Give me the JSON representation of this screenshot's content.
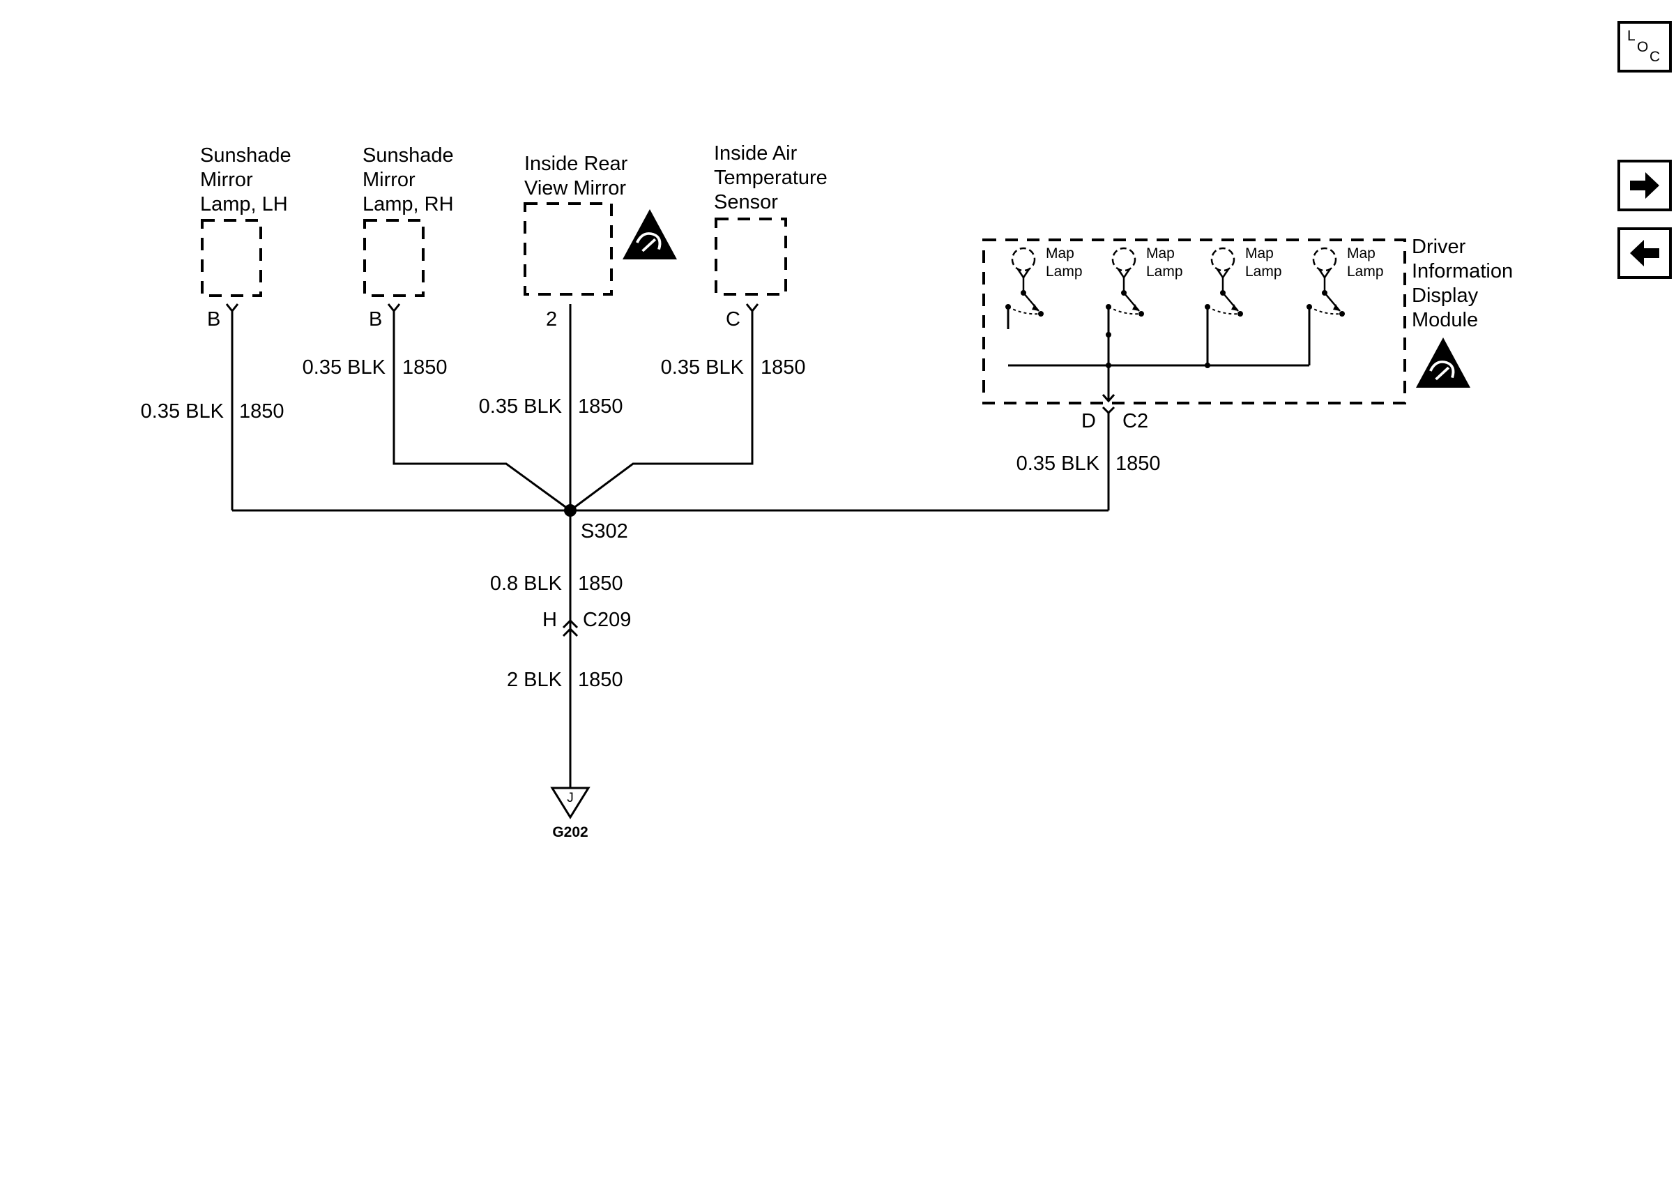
{
  "components": {
    "sunshade_lh": [
      "Sunshade",
      "Mirror",
      "Lamp, LH"
    ],
    "sunshade_rh": [
      "Sunshade",
      "Mirror",
      "Lamp, RH"
    ],
    "rear_mirror": [
      "Inside Rear",
      "View Mirror"
    ],
    "air_temp": [
      "Inside Air",
      "Temperature",
      "Sensor"
    ],
    "dim": [
      "Driver",
      "Information",
      "Display",
      "Module"
    ],
    "map_lamp": [
      "Map",
      "Lamp"
    ]
  },
  "pins": {
    "sunshade_lh": "B",
    "sunshade_rh": "B",
    "rear_mirror": "2",
    "air_temp": "C",
    "dim_pin": "D",
    "dim_connector": "C2",
    "c209_pin": "H",
    "c209_connector": "C209"
  },
  "wires": {
    "lh": {
      "gauge": "0.35 BLK",
      "circuit": "1850"
    },
    "rh": {
      "gauge": "0.35 BLK",
      "circuit": "1850"
    },
    "mirror": {
      "gauge": "0.35 BLK",
      "circuit": "1850"
    },
    "sensor": {
      "gauge": "0.35 BLK",
      "circuit": "1850"
    },
    "dim": {
      "gauge": "0.35 BLK",
      "circuit": "1850"
    },
    "splice_down": {
      "gauge": "0.8 BLK",
      "circuit": "1850"
    },
    "ground_run": {
      "gauge": "2 BLK",
      "circuit": "1850"
    }
  },
  "splice": "S302",
  "ground": {
    "letter": "J",
    "name": "G202"
  },
  "nav": {
    "loc": [
      "L",
      "O",
      "C"
    ],
    "next": "next-arrow",
    "prev": "previous-arrow"
  }
}
